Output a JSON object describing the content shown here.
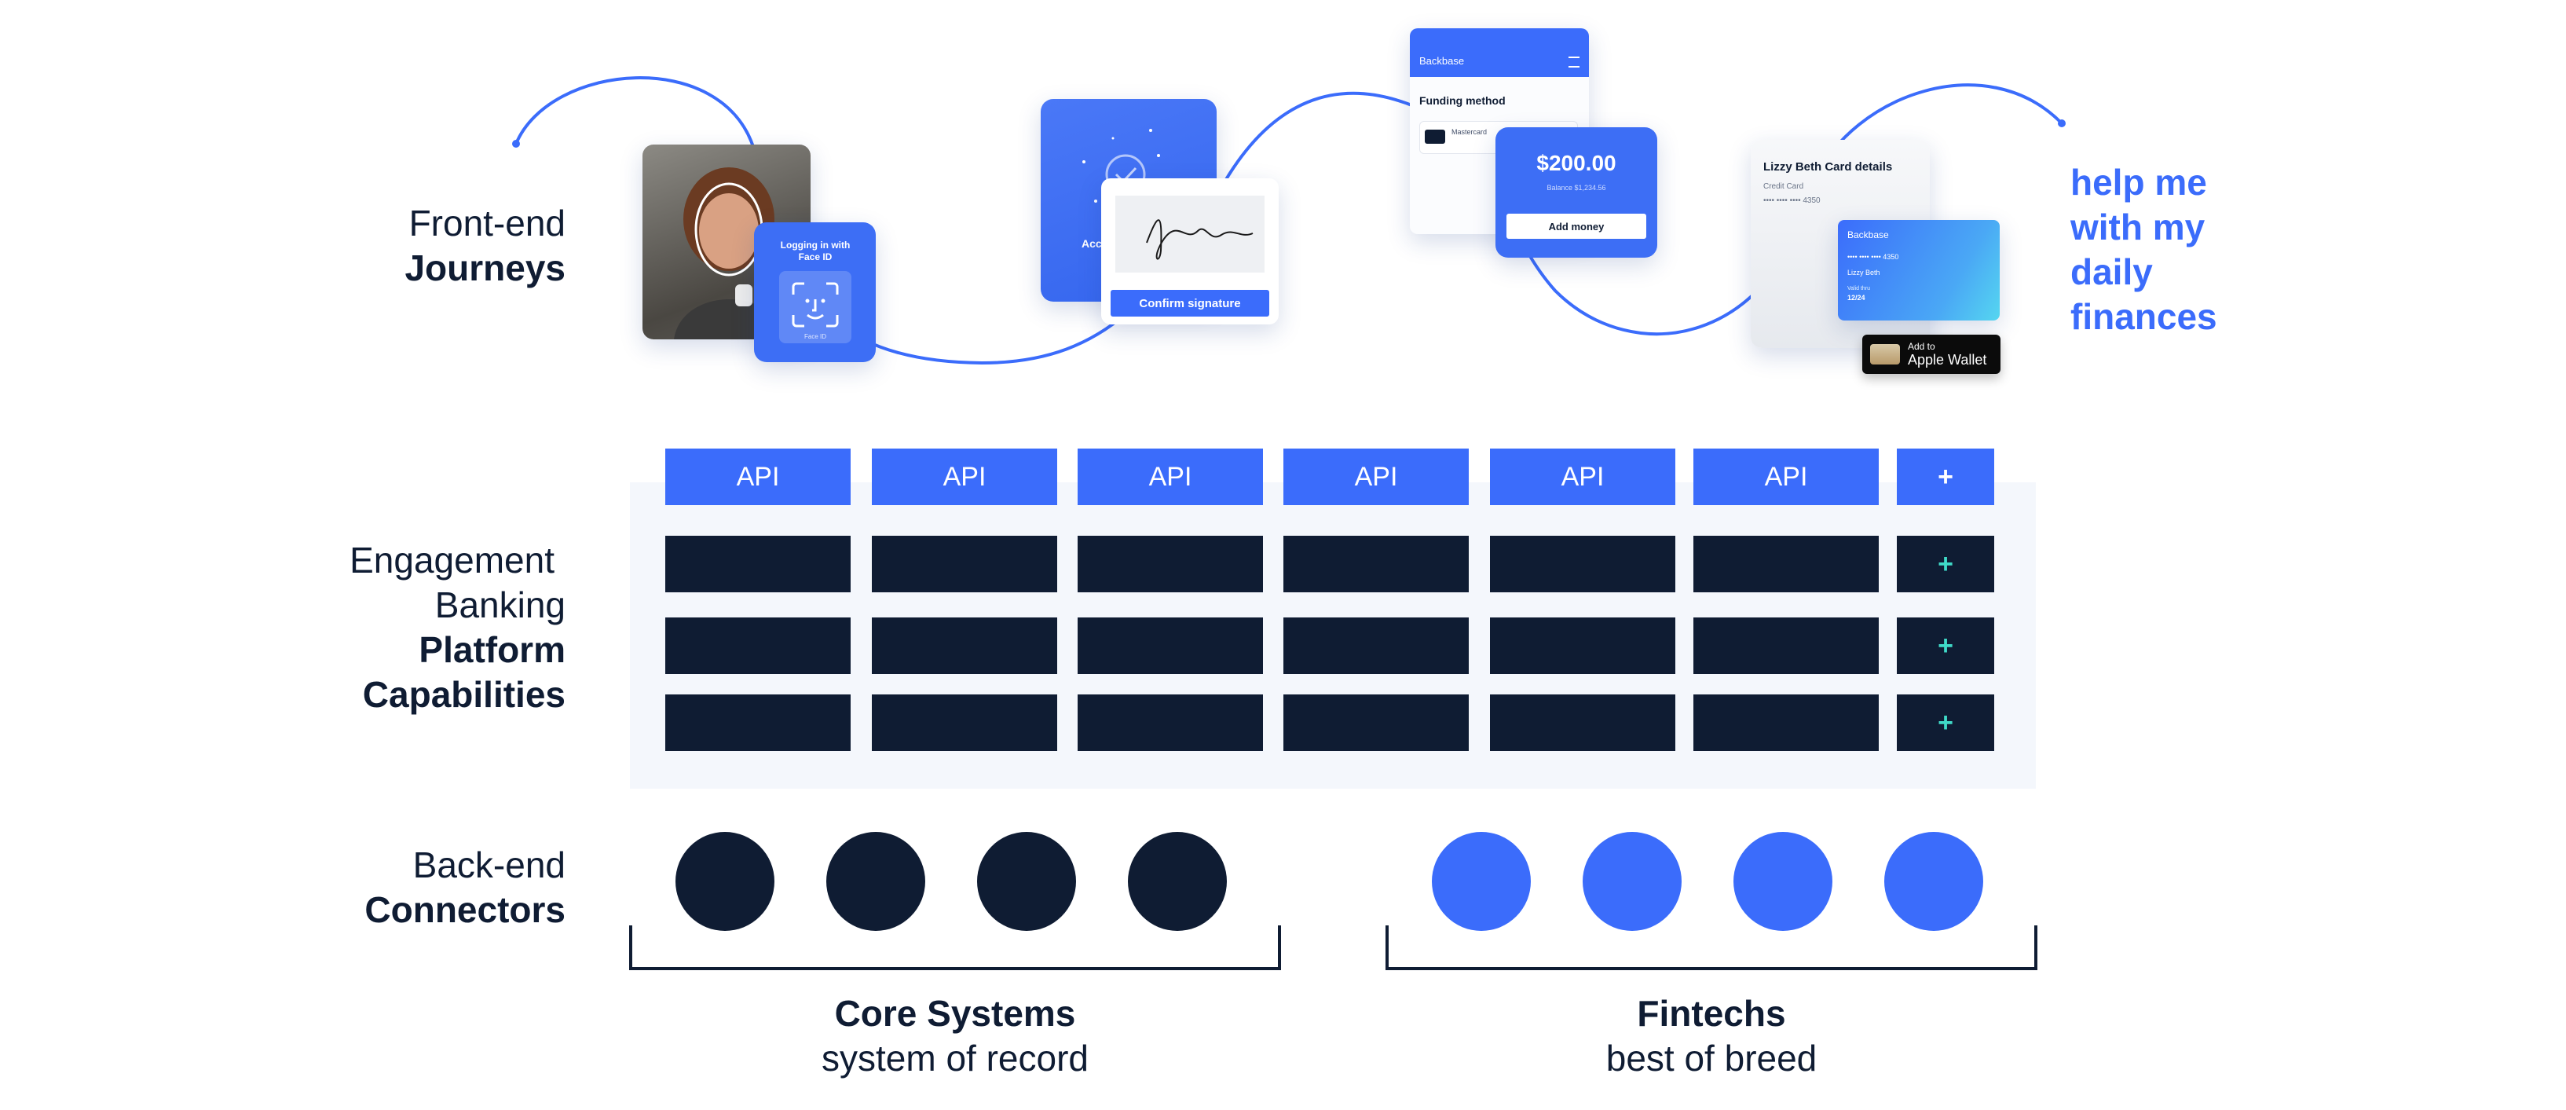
{
  "rows": {
    "frontend": {
      "light": "Front-end",
      "bold": "Journeys"
    },
    "platform": {
      "light1": "Engagement",
      "light2": "Banking",
      "bold1": "Platform",
      "bold2": "Capabilities"
    },
    "backend": {
      "light": "Back-end",
      "bold": "Connectors"
    }
  },
  "tagline": [
    "help me",
    "with my",
    "daily",
    "finances"
  ],
  "journey_cards": {
    "faceid_title": "Logging in with Face ID",
    "faceid_caption": "Face ID",
    "signature_button": "Confirm signature",
    "signature_behind": "Acc",
    "funding_brand": "Backbase",
    "funding_title": "Funding method",
    "funding_card": "Mastercard",
    "amount": "$200.00",
    "amount_sub": "Balance $1,234.56",
    "add_money": "Add money",
    "card_details_title": "Lizzy Beth Card details",
    "card_details_type": "Credit Card",
    "card_details_number": "•••• •••• •••• 4350",
    "bank_card_brand": "Backbase",
    "bank_card_number": "•••• •••• •••• 4350",
    "bank_card_name": "Lizzy Beth",
    "bank_card_exp_label": "Valid thru",
    "bank_card_exp": "12/24",
    "wallet_line1": "Add to",
    "wallet_line2": "Apple Wallet"
  },
  "grid": {
    "api_label": "API",
    "plus_label": "+",
    "columns": 6,
    "capability_rows": 3
  },
  "groups": {
    "core": {
      "title": "Core Systems",
      "subtitle": "system of record",
      "count": 4
    },
    "fintech": {
      "title": "Fintechs",
      "subtitle": "best of breed",
      "count": 4
    }
  },
  "colors": {
    "navy": "#0f1c33",
    "brand_blue": "#3b6cfb",
    "accent_teal": "#3fd9c7",
    "panel": "#f4f7fc"
  }
}
